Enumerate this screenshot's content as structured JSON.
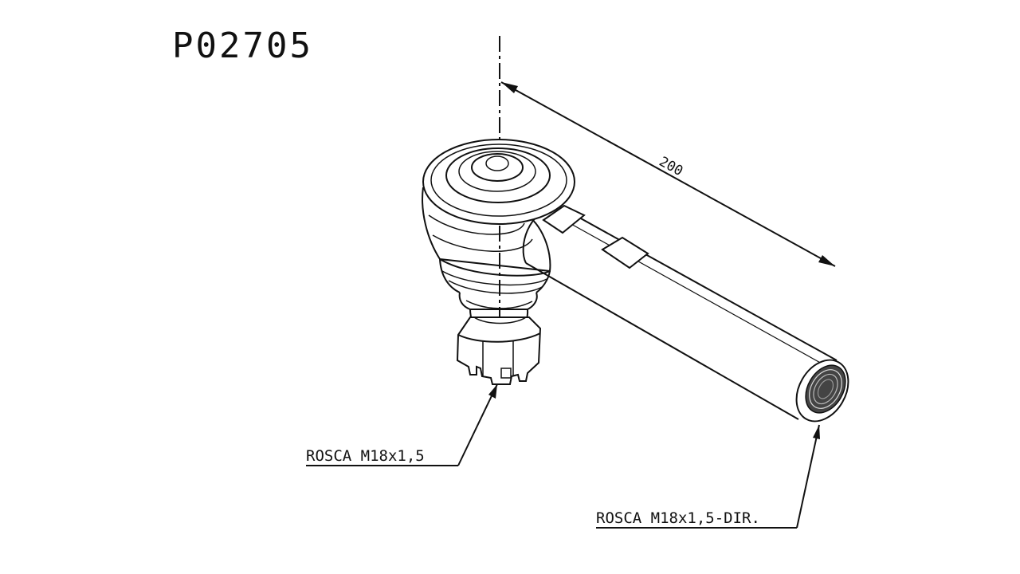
{
  "drawing": {
    "part_number": "P02705",
    "dimension_value": "200",
    "callouts": {
      "stud_thread": "ROSCA M18x1,5",
      "tube_thread": "ROSCA M18x1,5-DIR."
    },
    "line_color": "#111111",
    "background_color": "#ffffff"
  }
}
